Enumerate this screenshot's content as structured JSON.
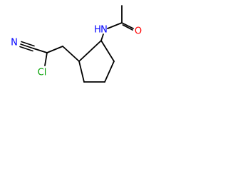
{
  "atoms": {
    "nitrogen": "N",
    "amide_hydrogen": "H",
    "oxygen": "O",
    "nitrile_n": "N",
    "chlorine": "Cl"
  },
  "colors": {
    "nitrogen": "#0000ff",
    "oxygen": "#ff0000",
    "chlorine": "#00a000",
    "bond": "#000000",
    "background": "#ffffff"
  }
}
